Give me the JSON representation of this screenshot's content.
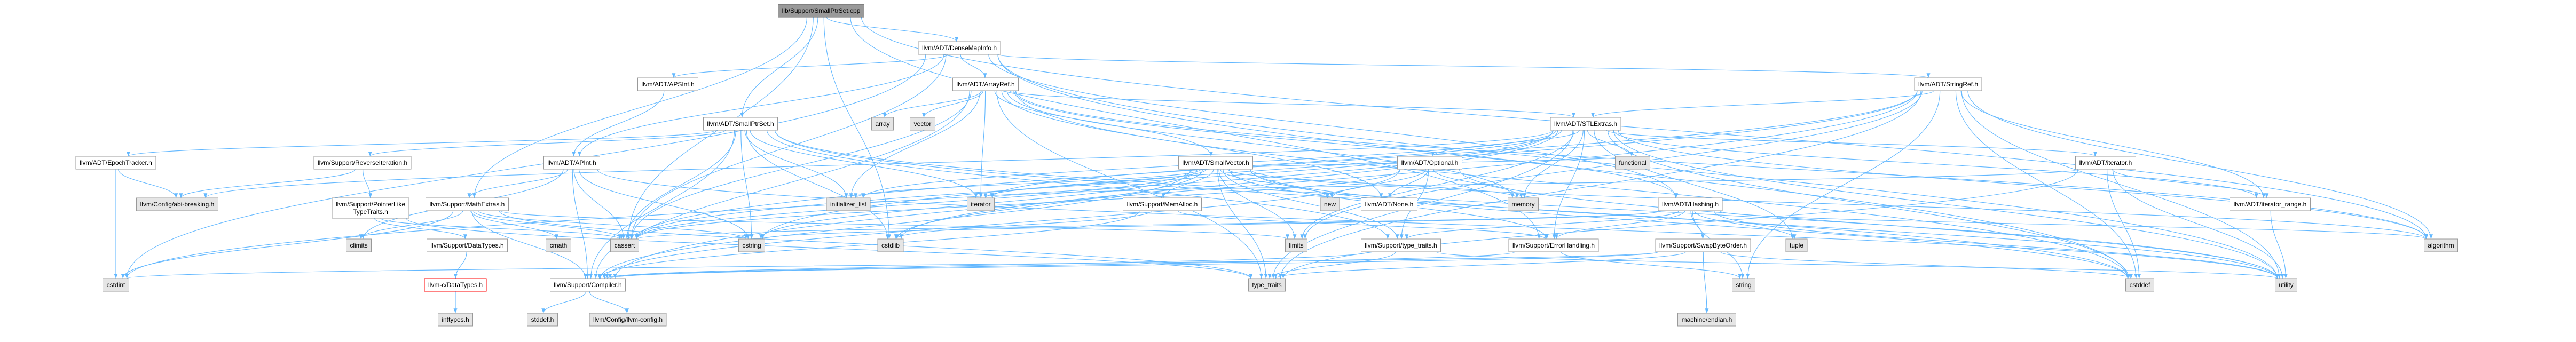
{
  "colors": {
    "edge": "#63B8FF"
  },
  "graph": {
    "nodes": [
      {
        "lines": [
          "lib/Support/SmallPtrSet.cpp"
        ],
        "fill": "#999999",
        "stroke": "#666666",
        "includes": [
          1,
          2,
          3,
          4,
          5,
          6,
          7
        ]
      },
      {
        "lines": [
          "llvm/ADT/SmallPtrSet.h"
        ],
        "fill": "#FFFFFF",
        "stroke": "#999999",
        "includes": [
          8,
          9,
          10,
          11,
          6,
          12,
          7,
          13,
          14,
          15,
          16
        ]
      },
      {
        "lines": [
          "llvm/ADT/DenseMapInfo.h"
        ],
        "fill": "#FFFFFF",
        "stroke": "#999999",
        "includes": [
          17,
          18,
          19,
          20,
          21,
          6,
          12,
          22,
          16
        ]
      },
      {
        "lines": [
          "llvm/Support/MathExtras.h"
        ],
        "fill": "#FFFFFF",
        "stroke": "#999999",
        "includes": [
          9,
          6,
          23,
          41,
          22,
          13,
          32,
          29
        ]
      },
      {
        "lines": [
          "llvm/Support/ErrorHandling.h"
        ],
        "fill": "#FFFFFF",
        "stroke": "#999999",
        "includes": [
          9,
          33
        ]
      },
      {
        "lines": [
          "algorithm"
        ],
        "fill": "#E5E5E5",
        "stroke": "#999999"
      },
      {
        "lines": [
          "cassert"
        ],
        "fill": "#E5E5E5",
        "stroke": "#999999"
      },
      {
        "lines": [
          "cstdlib"
        ],
        "fill": "#E5E5E5",
        "stroke": "#999999"
      },
      {
        "lines": [
          "llvm/ADT/EpochTracker.h"
        ],
        "fill": "#FFFFFF",
        "stroke": "#999999",
        "includes": [
          36,
          22
        ]
      },
      {
        "lines": [
          "llvm/Support/Compiler.h"
        ],
        "fill": "#FFFFFF",
        "stroke": "#999999",
        "includes": [
          48,
          49
        ]
      },
      {
        "lines": [
          "llvm/Support/ReverseIteration.h"
        ],
        "fill": "#FFFFFF",
        "stroke": "#999999",
        "includes": [
          36,
          39
        ]
      },
      {
        "lines": [
          "llvm/Support/type_traits.h"
        ],
        "fill": "#FFFFFF",
        "stroke": "#999999",
        "includes": [
          9,
          29,
          16
        ]
      },
      {
        "lines": [
          "cstddef"
        ],
        "fill": "#E5E5E5",
        "stroke": "#999999"
      },
      {
        "lines": [
          "cstring"
        ],
        "fill": "#E5E5E5",
        "stroke": "#999999"
      },
      {
        "lines": [
          "initializer_list"
        ],
        "fill": "#E5E5E5",
        "stroke": "#999999"
      },
      {
        "lines": [
          "iterator"
        ],
        "fill": "#E5E5E5",
        "stroke": "#999999"
      },
      {
        "lines": [
          "utility"
        ],
        "fill": "#E5E5E5",
        "stroke": "#999999"
      },
      {
        "lines": [
          "llvm/ADT/APInt.h"
        ],
        "fill": "#FFFFFF",
        "stroke": "#999999",
        "includes": [
          9,
          3,
          6,
          23,
          13,
          16
        ]
      },
      {
        "lines": [
          "llvm/ADT/APSInt.h"
        ],
        "fill": "#FFFFFF",
        "stroke": "#999999",
        "includes": [
          17
        ]
      },
      {
        "lines": [
          "llvm/ADT/ArrayRef.h"
        ],
        "fill": "#FFFFFF",
        "stroke": "#999999",
        "includes": [
          20,
          24,
          25,
          26,
          9,
          5,
          27,
          6,
          12,
          14,
          15,
          28,
          29,
          30
        ]
      },
      {
        "lines": [
          "llvm/ADT/Hashing.h"
        ],
        "fill": "#FFFFFF",
        "stroke": "#999999",
        "includes": [
          4,
          44,
          11,
          5,
          6,
          13,
          33,
          38,
          16
        ]
      },
      {
        "lines": [
          "llvm/ADT/StringRef.h"
        ],
        "fill": "#FFFFFF",
        "stroke": "#999999",
        "includes": [
          26,
          31,
          9,
          5,
          6,
          12,
          13,
          32,
          33,
          29,
          16
        ]
      },
      {
        "lines": [
          "cstdint"
        ],
        "fill": "#E5E5E5",
        "stroke": "#999999"
      },
      {
        "lines": [
          "climits"
        ],
        "fill": "#E5E5E5",
        "stroke": "#999999"
      },
      {
        "lines": [
          "llvm/ADT/None.h"
        ],
        "fill": "#FFFFFF",
        "stroke": "#999999"
      },
      {
        "lines": [
          "llvm/ADT/SmallVector.h"
        ],
        "fill": "#FFFFFF",
        "stroke": "#999999",
        "includes": [
          9,
          4,
          42,
          11,
          5,
          6,
          12,
          7,
          13,
          37,
          14,
          15,
          32,
          28,
          43,
          29,
          16
        ]
      },
      {
        "lines": [
          "llvm/ADT/STLExtras.h"
        ],
        "fill": "#FFFFFF",
        "stroke": "#999999",
        "includes": [
          34,
          35,
          31,
          36,
          4,
          5,
          6,
          12,
          22,
          7,
          37,
          14,
          15,
          32,
          28,
          38,
          29,
          16
        ]
      },
      {
        "lines": [
          "array"
        ],
        "fill": "#E5E5E5",
        "stroke": "#999999"
      },
      {
        "lines": [
          "memory"
        ],
        "fill": "#E5E5E5",
        "stroke": "#999999"
      },
      {
        "lines": [
          "type_traits"
        ],
        "fill": "#E5E5E5",
        "stroke": "#999999"
      },
      {
        "lines": [
          "vector"
        ],
        "fill": "#E5E5E5",
        "stroke": "#999999"
      },
      {
        "lines": [
          "llvm/ADT/iterator_range.h"
        ],
        "fill": "#FFFFFF",
        "stroke": "#999999",
        "includes": [
          16
        ]
      },
      {
        "lines": [
          "limits"
        ],
        "fill": "#E5E5E5",
        "stroke": "#999999"
      },
      {
        "lines": [
          "string"
        ],
        "fill": "#E5E5E5",
        "stroke": "#999999"
      },
      {
        "lines": [
          "llvm/ADT/Optional.h"
        ],
        "fill": "#FFFFFF",
        "stroke": "#999999",
        "includes": [
          24,
          9,
          11,
          6,
          28,
          43,
          16
        ]
      },
      {
        "lines": [
          "llvm/ADT/iterator.h"
        ],
        "fill": "#FFFFFF",
        "stroke": "#999999",
        "includes": [
          31,
          12,
          15,
          29,
          16
        ]
      },
      {
        "lines": [
          "llvm/Config/abi-breaking.h"
        ],
        "fill": "#E5E5E5",
        "stroke": "#999999"
      },
      {
        "lines": [
          "functional"
        ],
        "fill": "#E5E5E5",
        "stroke": "#999999"
      },
      {
        "lines": [
          "tuple"
        ],
        "fill": "#E5E5E5",
        "stroke": "#999999"
      },
      {
        "lines": [
          "llvm/Support/PointerLike",
          "TypeTraits.h"
        ],
        "fill": "#FFFFFF",
        "stroke": "#999999",
        "includes": [
          40,
          6,
          29
        ]
      },
      {
        "lines": [
          "llvm/Support/DataTypes.h"
        ],
        "fill": "#FFFFFF",
        "stroke": "#999999",
        "includes": [
          46
        ]
      },
      {
        "lines": [
          "cmath"
        ],
        "fill": "#E5E5E5",
        "stroke": "#999999"
      },
      {
        "lines": [
          "llvm/Support/MemAlloc.h"
        ],
        "fill": "#FFFFFF",
        "stroke": "#999999",
        "includes": [
          9,
          4,
          7
        ]
      },
      {
        "lines": [
          "new"
        ],
        "fill": "#E5E5E5",
        "stroke": "#999999"
      },
      {
        "lines": [
          "llvm/Support/SwapByteOrder.h"
        ],
        "fill": "#FFFFFF",
        "stroke": "#999999",
        "includes": [
          9,
          12,
          22,
          29,
          45
        ]
      },
      {
        "lines": [
          "machine/endian.h"
        ],
        "fill": "#E5E5E5",
        "stroke": "#999999"
      },
      {
        "lines": [
          "llvm-c/DataTypes.h"
        ],
        "fill": "#FFFFFF",
        "stroke": "#FF0000",
        "includes": [
          47
        ]
      },
      {
        "lines": [
          "inttypes.h"
        ],
        "fill": "#E5E5E5",
        "stroke": "#999999"
      },
      {
        "lines": [
          "llvm/Config/llvm-config.h"
        ],
        "fill": "#E5E5E5",
        "stroke": "#999999"
      },
      {
        "lines": [
          "stddef.h"
        ],
        "fill": "#E5E5E5",
        "stroke": "#999999"
      }
    ]
  }
}
